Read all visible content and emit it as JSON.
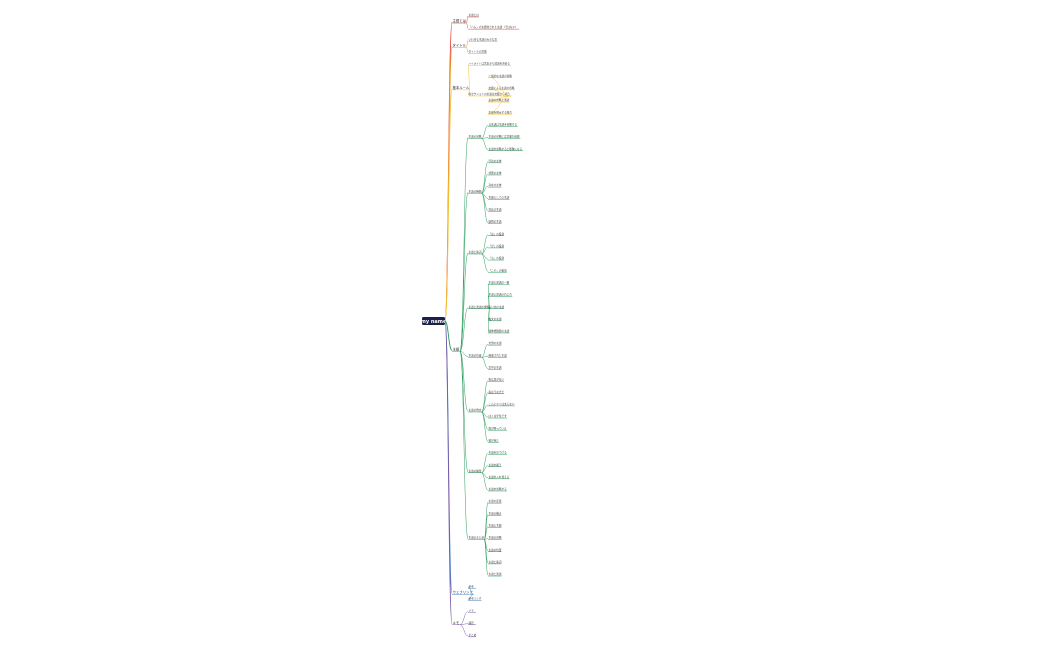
{
  "root": {
    "label": "my name"
  },
  "branches": [
    {
      "label": "主語とは",
      "color": "#e8443a",
      "children": [
        {
          "label": "主語とは"
        },
        {
          "label": "「ハム」の主題化された主語（ではない）"
        }
      ]
    },
    {
      "label": "タイトル",
      "color": "#f29c22",
      "children": [
        {
          "label": "いわゆる主語の大きな文"
        },
        {
          "label": "タイトルの文節"
        }
      ]
    },
    {
      "label": "基本ルール",
      "color": "#f2c230",
      "children": [
        {
          "label": "ハイライトは文末から述語を決める"
        },
        {
          "label": "各セクションの主語は文脈から補う",
          "children": [
            {
              "label": "一般的な主語の省略"
            },
            {
              "label": "文脈による主語の省略"
            },
            {
              "label": "主語の省略と述語"
            },
            {
              "label": "主語を明示する場合"
            }
          ]
        }
      ]
    },
    {
      "label": "主語",
      "color": "#2a9d5c",
      "children": [
        {
          "label": "主語の省略",
          "children": [
            {
              "label": "日本語は主語を省略する"
            },
            {
              "label": "主語の省略には文脈が必要"
            },
            {
              "label": "主語を省略すると曖昧になる"
            }
          ]
        },
        {
          "label": "主語の種類",
          "children": [
            {
              "label": "行為の主体"
            },
            {
              "label": "状態の主体"
            },
            {
              "label": "存在の主体"
            },
            {
              "label": "主題としての主語"
            },
            {
              "label": "対比の主語"
            },
            {
              "label": "疑問の主語"
            }
          ]
        },
        {
          "label": "主語と助詞",
          "children": [
            {
              "label": "「は」の役割"
            },
            {
              "label": "「が」の役割"
            },
            {
              "label": "「も」の役割"
            },
            {
              "label": "「こそ」の役割"
            }
          ]
        },
        {
          "label": "主語と述語の関係",
          "children": [
            {
              "label": "主語と述語の一致"
            },
            {
              "label": "主語と述語のねじれ"
            },
            {
              "label": "長い文の主語"
            },
            {
              "label": "複文の主語"
            },
            {
              "label": "連体修飾節の主語"
            }
          ]
        },
        {
          "label": "主語の位置",
          "children": [
            {
              "label": "文頭の主語"
            },
            {
              "label": "倒置された主語"
            },
            {
              "label": "文中の主語"
            }
          ]
        },
        {
          "label": "主語の例文",
          "children": [
            {
              "label": "象は鼻が長い"
            },
            {
              "label": "私はうなぎだ"
            },
            {
              "label": "こんにゃくは太らない"
            },
            {
              "label": "ぼくは学生です"
            },
            {
              "label": "雨が降っている"
            },
            {
              "label": "彼が来た"
            }
          ]
        },
        {
          "label": "主語の練習",
          "children": [
            {
              "label": "主語を見つける"
            },
            {
              "label": "主語を補う"
            },
            {
              "label": "主語を入れ替える"
            },
            {
              "label": "主語を省略する"
            }
          ]
        },
        {
          "label": "主語のまとめ",
          "children": [
            {
              "label": "主語の定義"
            },
            {
              "label": "主語の働き"
            },
            {
              "label": "主語と主題"
            },
            {
              "label": "主語の省略"
            },
            {
              "label": "主語の位置"
            },
            {
              "label": "主語と助詞"
            },
            {
              "label": "主語と述語"
            }
          ]
        }
      ]
    },
    {
      "label": "ウェブリンク",
      "color": "#3b82c4",
      "children": [
        {
          "label": "参考"
        },
        {
          "label": "参考リンク"
        }
      ]
    },
    {
      "label": "メモ",
      "color": "#7b5ea7",
      "children": [
        {
          "label": "メモ"
        },
        {
          "label": "補足"
        },
        {
          "label": "まとめ"
        }
      ]
    }
  ]
}
